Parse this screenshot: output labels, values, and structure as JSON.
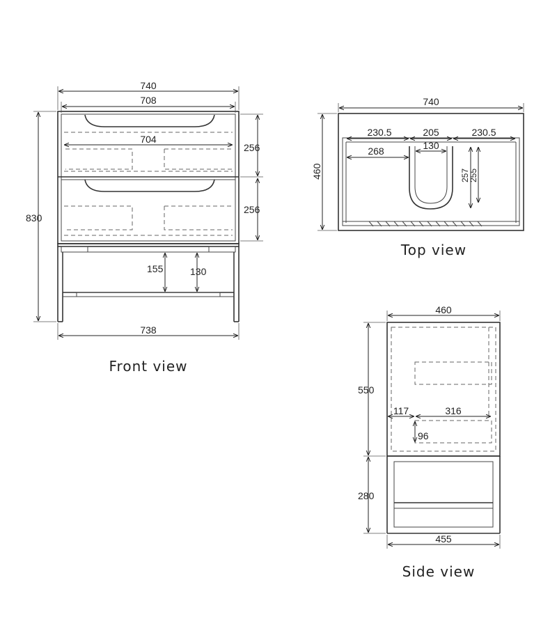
{
  "front_view": {
    "title": "Front view",
    "dims": {
      "overall_width": "740",
      "inner_width": "708",
      "drawer_width": "704",
      "height": "830",
      "drawer_top": "256",
      "drawer_bottom": "256",
      "shelf_opening": "155",
      "shelf_depth": "130",
      "base_width": "738"
    }
  },
  "top_view": {
    "title": "Top view",
    "dims": {
      "width": "740",
      "depth": "460",
      "left": "230.5",
      "middle": "205",
      "right": "230.5",
      "offset": "268",
      "cutout": "130",
      "cut_h1": "257",
      "cut_h2": "255"
    }
  },
  "side_view": {
    "title": "Side view",
    "dims": {
      "depth": "460",
      "upper": "550",
      "lower": "280",
      "offset": "117",
      "span": "316",
      "height": "96",
      "base": "455"
    }
  }
}
